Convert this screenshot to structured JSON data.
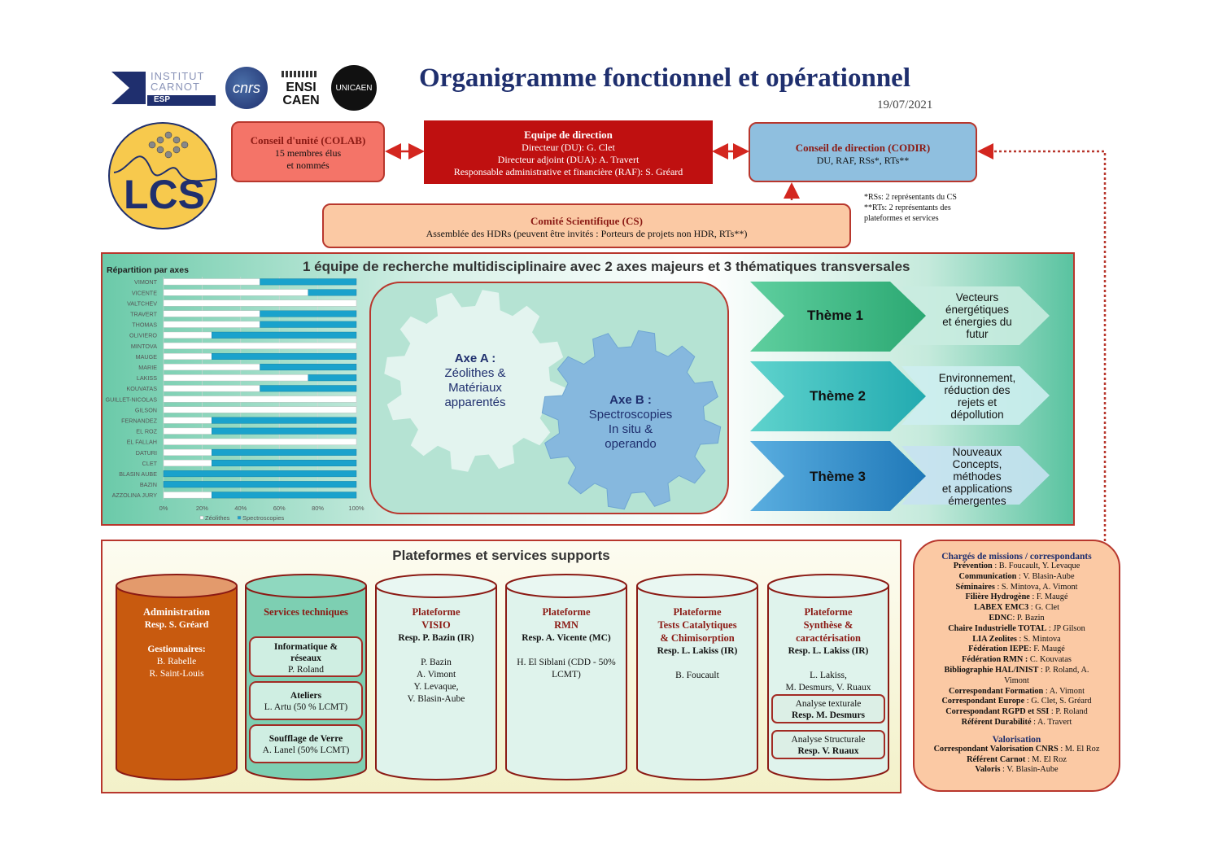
{
  "header": {
    "title": "Organigramme fonctionnel et opérationnel",
    "date": "19/07/2021",
    "logos": {
      "carnot": [
        "INSTITUT",
        "CARNOT",
        "ESP"
      ],
      "cnrs": "cnrs",
      "ensicaen": [
        "ENSI",
        "CAEN"
      ],
      "unicaen": "UNICAEN",
      "lcs": "LCS"
    }
  },
  "top": {
    "colab": {
      "title": "Conseil d'unité (COLAB)",
      "lines": [
        "15 membres élus",
        "et nommés"
      ]
    },
    "direction": {
      "title": "Equipe de direction",
      "lines": [
        "Directeur (DU): G. Clet",
        "Directeur adjoint (DUA): A. Travert",
        "Responsable administrative et financière (RAF): S. Gréard"
      ]
    },
    "codir": {
      "title": "Conseil de direction (CODIR)",
      "lines": [
        "DU, RAF, RSs*, RTs**"
      ]
    },
    "notes": [
      "*RSs: 2 représentants du CS",
      "**RTs: 2 représentants des",
      "plateformes et services"
    ],
    "cs": {
      "title": "Comité Scientifique (CS)",
      "lines": [
        "Assemblée des HDRs (peuvent être invités : Porteurs de projets non HDR, RTs**)"
      ]
    }
  },
  "research": {
    "title": "1 équipe de recherche multidisciplinaire avec 2 axes majeurs et 3 thématiques transversales",
    "axeA": {
      "title": "Axe A :",
      "lines": [
        "Zéolithes &",
        "Matériaux",
        "apparentés"
      ]
    },
    "axeB": {
      "title": "Axe B :",
      "lines": [
        "Spectroscopies",
        "In situ &",
        "operando"
      ]
    },
    "themes": [
      {
        "label": "Thème 1",
        "desc": [
          "Vecteurs",
          "énergétiques",
          "et énergies du",
          "futur"
        ]
      },
      {
        "label": "Thème 2",
        "desc": [
          "Environnement,",
          "réduction des",
          "rejets et",
          "dépollution"
        ]
      },
      {
        "label": "Thème 3",
        "desc": [
          "Nouveaux",
          "Concepts,",
          "méthodes",
          "et applications",
          "émergentes"
        ]
      }
    ]
  },
  "chart_data": {
    "type": "bar",
    "orientation": "horizontal",
    "stacked": true,
    "title": "Répartition par axes",
    "categories": [
      "VIMONT",
      "VICENTE",
      "VALTCHEV",
      "TRAVERT",
      "THOMAS",
      "OLIVIERO",
      "MINTOVA",
      "MAUGE",
      "MARIE",
      "LAKISS",
      "KOUVATAS",
      "GUILLET-NICOLAS",
      "GILSON",
      "FERNANDEZ",
      "EL ROZ",
      "EL FALLAH",
      "DATURI",
      "CLET",
      "BLASIN AUBE",
      "BAZIN",
      "AZZOLINA JURY"
    ],
    "series": [
      {
        "name": "Zéolithes",
        "color": "#ffffff",
        "values": [
          50,
          75,
          100,
          50,
          50,
          25,
          100,
          25,
          50,
          75,
          50,
          100,
          100,
          25,
          25,
          100,
          25,
          25,
          0,
          0,
          25
        ]
      },
      {
        "name": "Spectroscopies",
        "color": "#1aa2cc",
        "values": [
          50,
          25,
          0,
          50,
          50,
          75,
          0,
          75,
          50,
          25,
          50,
          0,
          0,
          75,
          75,
          0,
          75,
          75,
          100,
          100,
          75
        ]
      }
    ],
    "xticks": [
      "0%",
      "20%",
      "40%",
      "60%",
      "80%",
      "100%"
    ],
    "xlim": [
      0,
      100
    ],
    "legend": "bottom"
  },
  "platforms": {
    "title": "Plateformes et services supports",
    "admin": {
      "title": "Administration",
      "resp": "Resp. S. Gréard",
      "sub": "Gestionnaires:",
      "lines": [
        "B. Rabelle",
        "R. Saint-Louis"
      ]
    },
    "tech": {
      "title": "Services techniques",
      "boxes": [
        {
          "title": "Informatique &",
          "title2": "réseaux",
          "line": "P. Roland"
        },
        {
          "title": "Ateliers",
          "line": "L. Artu (50 % LCMT)"
        },
        {
          "title": "Soufflage de Verre",
          "line": "A. Lanel (50% LCMT)"
        }
      ]
    },
    "visio": {
      "title": [
        "Plateforme",
        "VISIO"
      ],
      "resp": "Resp. P. Bazin (IR)",
      "lines": [
        "P. Bazin",
        "A. Vimont",
        "Y. Levaque,",
        "V. Blasin-Aube"
      ]
    },
    "rmn": {
      "title": [
        "Plateforme",
        "RMN"
      ],
      "resp": "Resp. A. Vicente (MC)",
      "lines": [
        "H. El Siblani (CDD - 50%",
        "LCMT)"
      ]
    },
    "tests": {
      "title": [
        "Plateforme",
        "Tests Catalytiques",
        "& Chimisorption"
      ],
      "resp": "Resp. L. Lakiss (IR)",
      "lines": [
        "B. Foucault"
      ]
    },
    "synth": {
      "title": [
        "Plateforme",
        "Synthèse &",
        "caractérisation"
      ],
      "resp": "Resp. L. Lakiss (IR)",
      "lines": [
        "L. Lakiss,",
        "M. Desmurs, V. Ruaux"
      ],
      "sub1": {
        "title": "Analyse texturale",
        "resp": "Resp. M. Desmurs"
      },
      "sub2": {
        "title": "Analyse Structurale",
        "resp": "Resp. V. Ruaux"
      }
    }
  },
  "missions": {
    "title": "Chargés de missions / correspondants",
    "items": [
      {
        "k": "Prévention",
        "v": " : B. Foucault, Y. Levaque"
      },
      {
        "k": "Communication",
        "v": " : V. Blasin-Aube"
      },
      {
        "k": "Séminaires",
        "v": " : S. Mintova, A. Vimont"
      },
      {
        "k": "Filière Hydrogène",
        "v": " : F. Maugé"
      },
      {
        "k": "LABEX EMC3",
        "v": " : G. Clet"
      },
      {
        "k": "EDNC",
        "v": ": P. Bazin"
      },
      {
        "k": "Chaire Industrielle TOTAL",
        "v": " : JP Gilson"
      },
      {
        "k": "LIA Zeolites",
        "v": " : S. Mintova"
      },
      {
        "k": "Fédération IEPE",
        "v": ": F. Maugé"
      },
      {
        "k": "Fédération RMN :",
        "v": " C. Kouvatas"
      },
      {
        "k": "Bibliographie HAL/INIST",
        "v": " : P. Roland, A."
      },
      {
        "k": "",
        "v": "Vimont"
      },
      {
        "k": "Correspondant Formation",
        "v": " : A. Vimont"
      },
      {
        "k": "Correspondant Europe",
        "v": " : G. Clet, S. Gréard"
      },
      {
        "k": "Correspondant RGPD et SSI",
        "v": " : P. Roland"
      },
      {
        "k": "Référent Durabilité",
        "v": " : A. Travert"
      }
    ],
    "valorisation_title": "Valorisation",
    "valorisation": [
      {
        "k": "Correspondant Valorisation CNRS",
        "v": " : M. El Roz"
      },
      {
        "k": "Référent Carnot",
        "v": " : M. El Roz"
      },
      {
        "k": "Valoris",
        "v": " : V. Blasin-Aube"
      }
    ]
  },
  "colors": {
    "accent": "#1f2f6e",
    "border": "#b8372d",
    "spectro": "#1aa2cc",
    "admin": "#c85a0f",
    "tech": "#7dcfb2"
  }
}
